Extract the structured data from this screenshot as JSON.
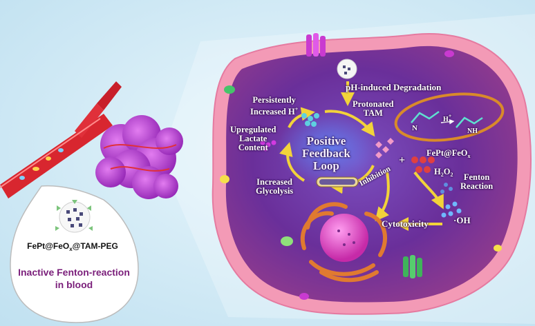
{
  "labels": {
    "ph_degradation": "pH-induced Degradation",
    "persistently": "Persistently",
    "increased_h": "Increased H",
    "h_sup": "+",
    "protonated": "Protonated",
    "tam": "TAM",
    "upregulated": "Upregulated",
    "lactate": "Lactate",
    "content": "Content",
    "positive": "Positive",
    "feedback": "Feedback",
    "loop": "Loop",
    "plus": "+",
    "fept_prefix": "FePt@FeO",
    "fept_sub": "x",
    "h2o2_h": "H",
    "h2o2_2a": "2",
    "h2o2_o": "O",
    "h2o2_2b": "2",
    "fenton": "Fenton",
    "reaction": "Reaction",
    "increased": "Increased",
    "glycolysis": "Glycolysis",
    "inhibition": "Inhibition",
    "cytotoxicity": "Cytotoxicity",
    "oh": "·OH",
    "n_atom": "N",
    "h_plus": "H",
    "nh_atom": "NH",
    "nano_prefix": "FePt@FeO",
    "nano_sub": "x",
    "nano_suffix": "@TAM-PEG",
    "inactive": "Inactive Fenton-reaction in blood"
  },
  "colors": {
    "background": "#d9eef8",
    "cell_interior": "#6a2f9a",
    "membrane": "#f39ab6",
    "arrow": "#f2d33a",
    "tumor": "#b23ad0",
    "vessel": "#e0303a",
    "bubble_text": "#7a1e7a"
  }
}
